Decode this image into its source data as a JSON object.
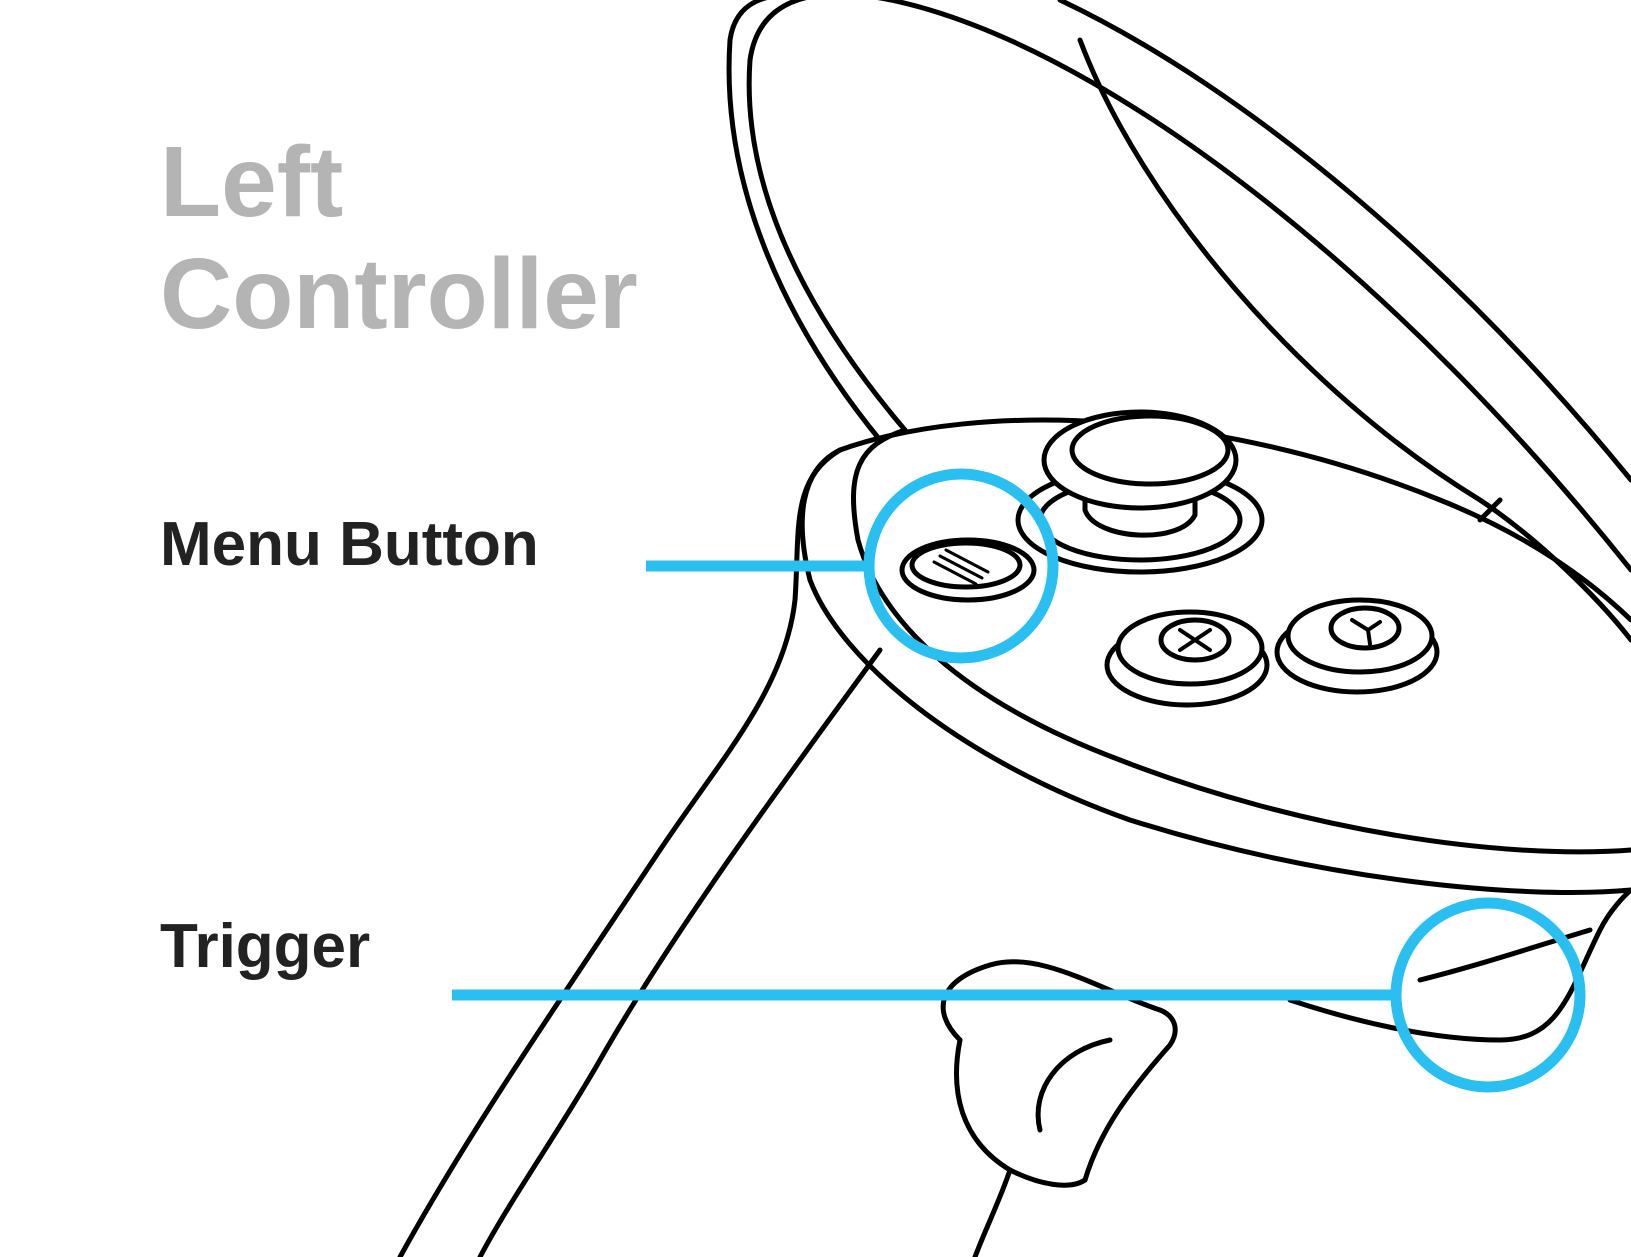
{
  "title": {
    "line1": "Left",
    "line2": "Controller"
  },
  "callouts": [
    {
      "id": "menu-button",
      "label": "Menu Button"
    },
    {
      "id": "trigger",
      "label": "Trigger"
    }
  ],
  "colors": {
    "title": "#b4b4b4",
    "label": "#222222",
    "accent": "#29bff1",
    "outline": "#000000",
    "background": "#ffffff"
  },
  "illustration": {
    "subject": "VR left controller line drawing",
    "button_glyphs": {
      "x_button": "X",
      "y_button": "Y",
      "menu_button": "≡"
    }
  }
}
